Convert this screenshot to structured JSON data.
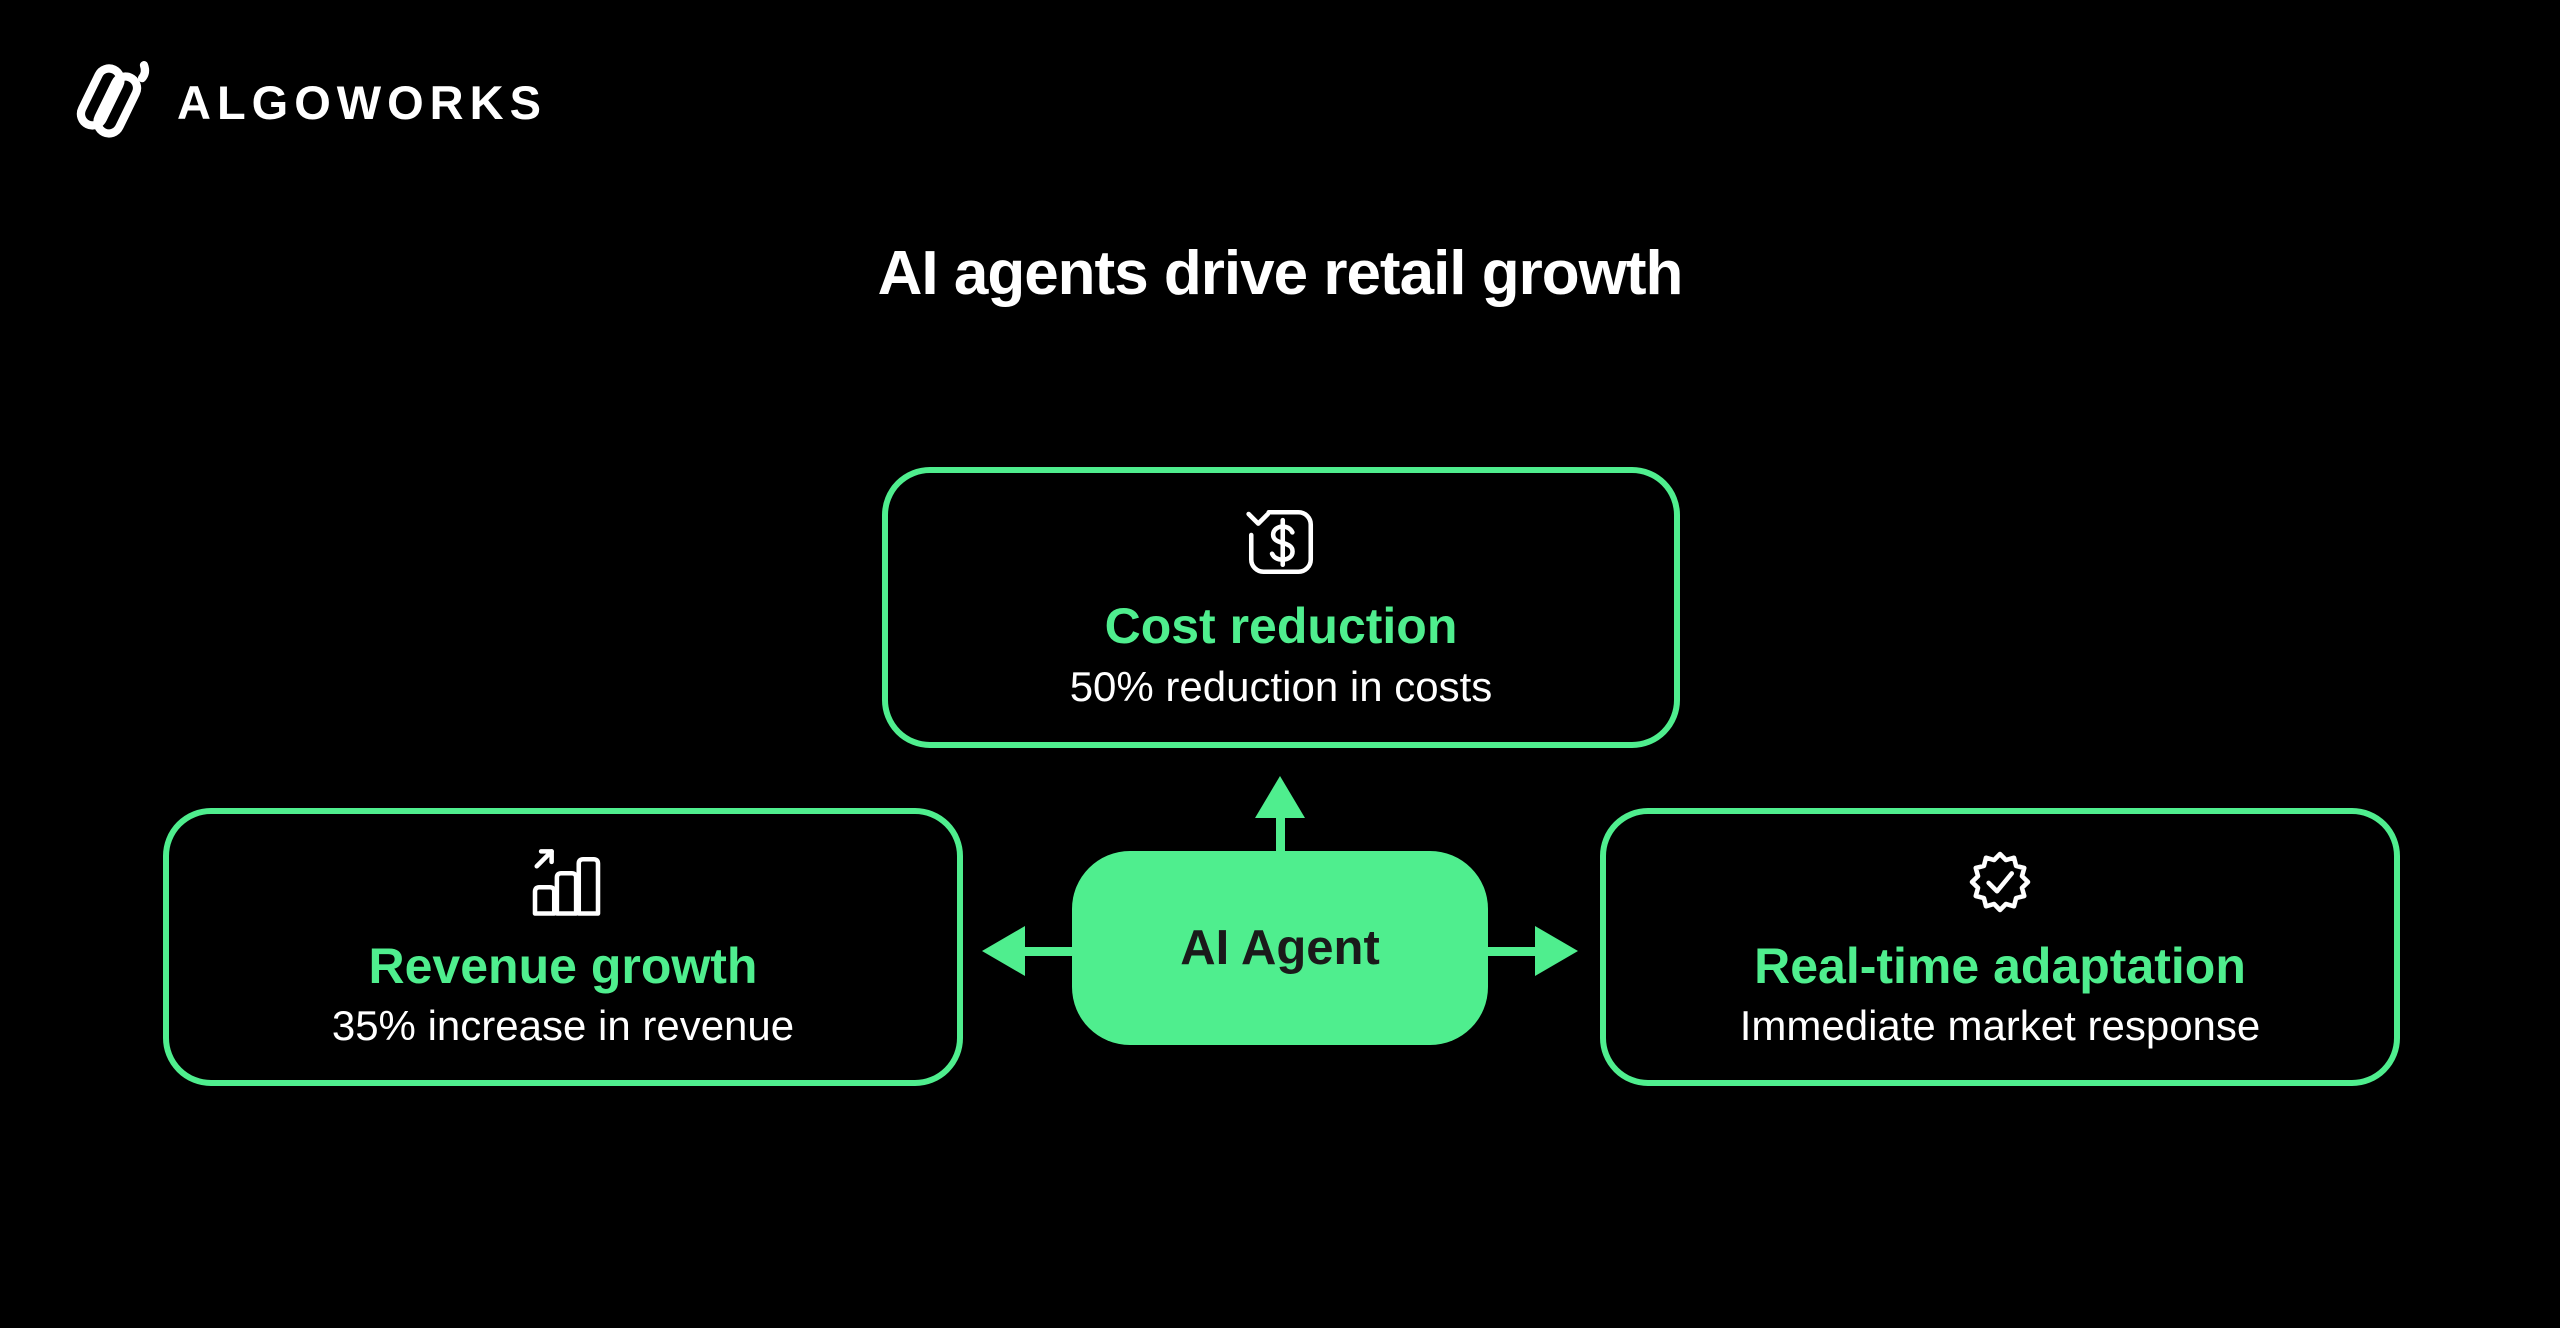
{
  "theme": {
    "background": "#000000",
    "accent": "#4fee8e",
    "text_light": "#ffffff",
    "text_dark": "#1a1a1a"
  },
  "logo": {
    "brand": "ALGOWORKS",
    "icon": "algoworks-logo-icon"
  },
  "title": "AI agents drive retail growth",
  "diagram": {
    "center": {
      "label": "AI Agent"
    },
    "nodes": [
      {
        "id": "cost-reduction",
        "icon": "money-transaction-icon",
        "heading": "Cost reduction",
        "detail": "50% reduction in costs"
      },
      {
        "id": "revenue-growth",
        "icon": "bar-chart-growth-icon",
        "heading": "Revenue growth",
        "detail": "35% increase in revenue"
      },
      {
        "id": "real-time-adaptation",
        "icon": "verified-badge-icon",
        "heading": "Real-time adaptation",
        "detail": "Immediate market response"
      }
    ],
    "arrows": [
      {
        "direction": "up"
      },
      {
        "direction": "left"
      },
      {
        "direction": "right"
      }
    ]
  }
}
